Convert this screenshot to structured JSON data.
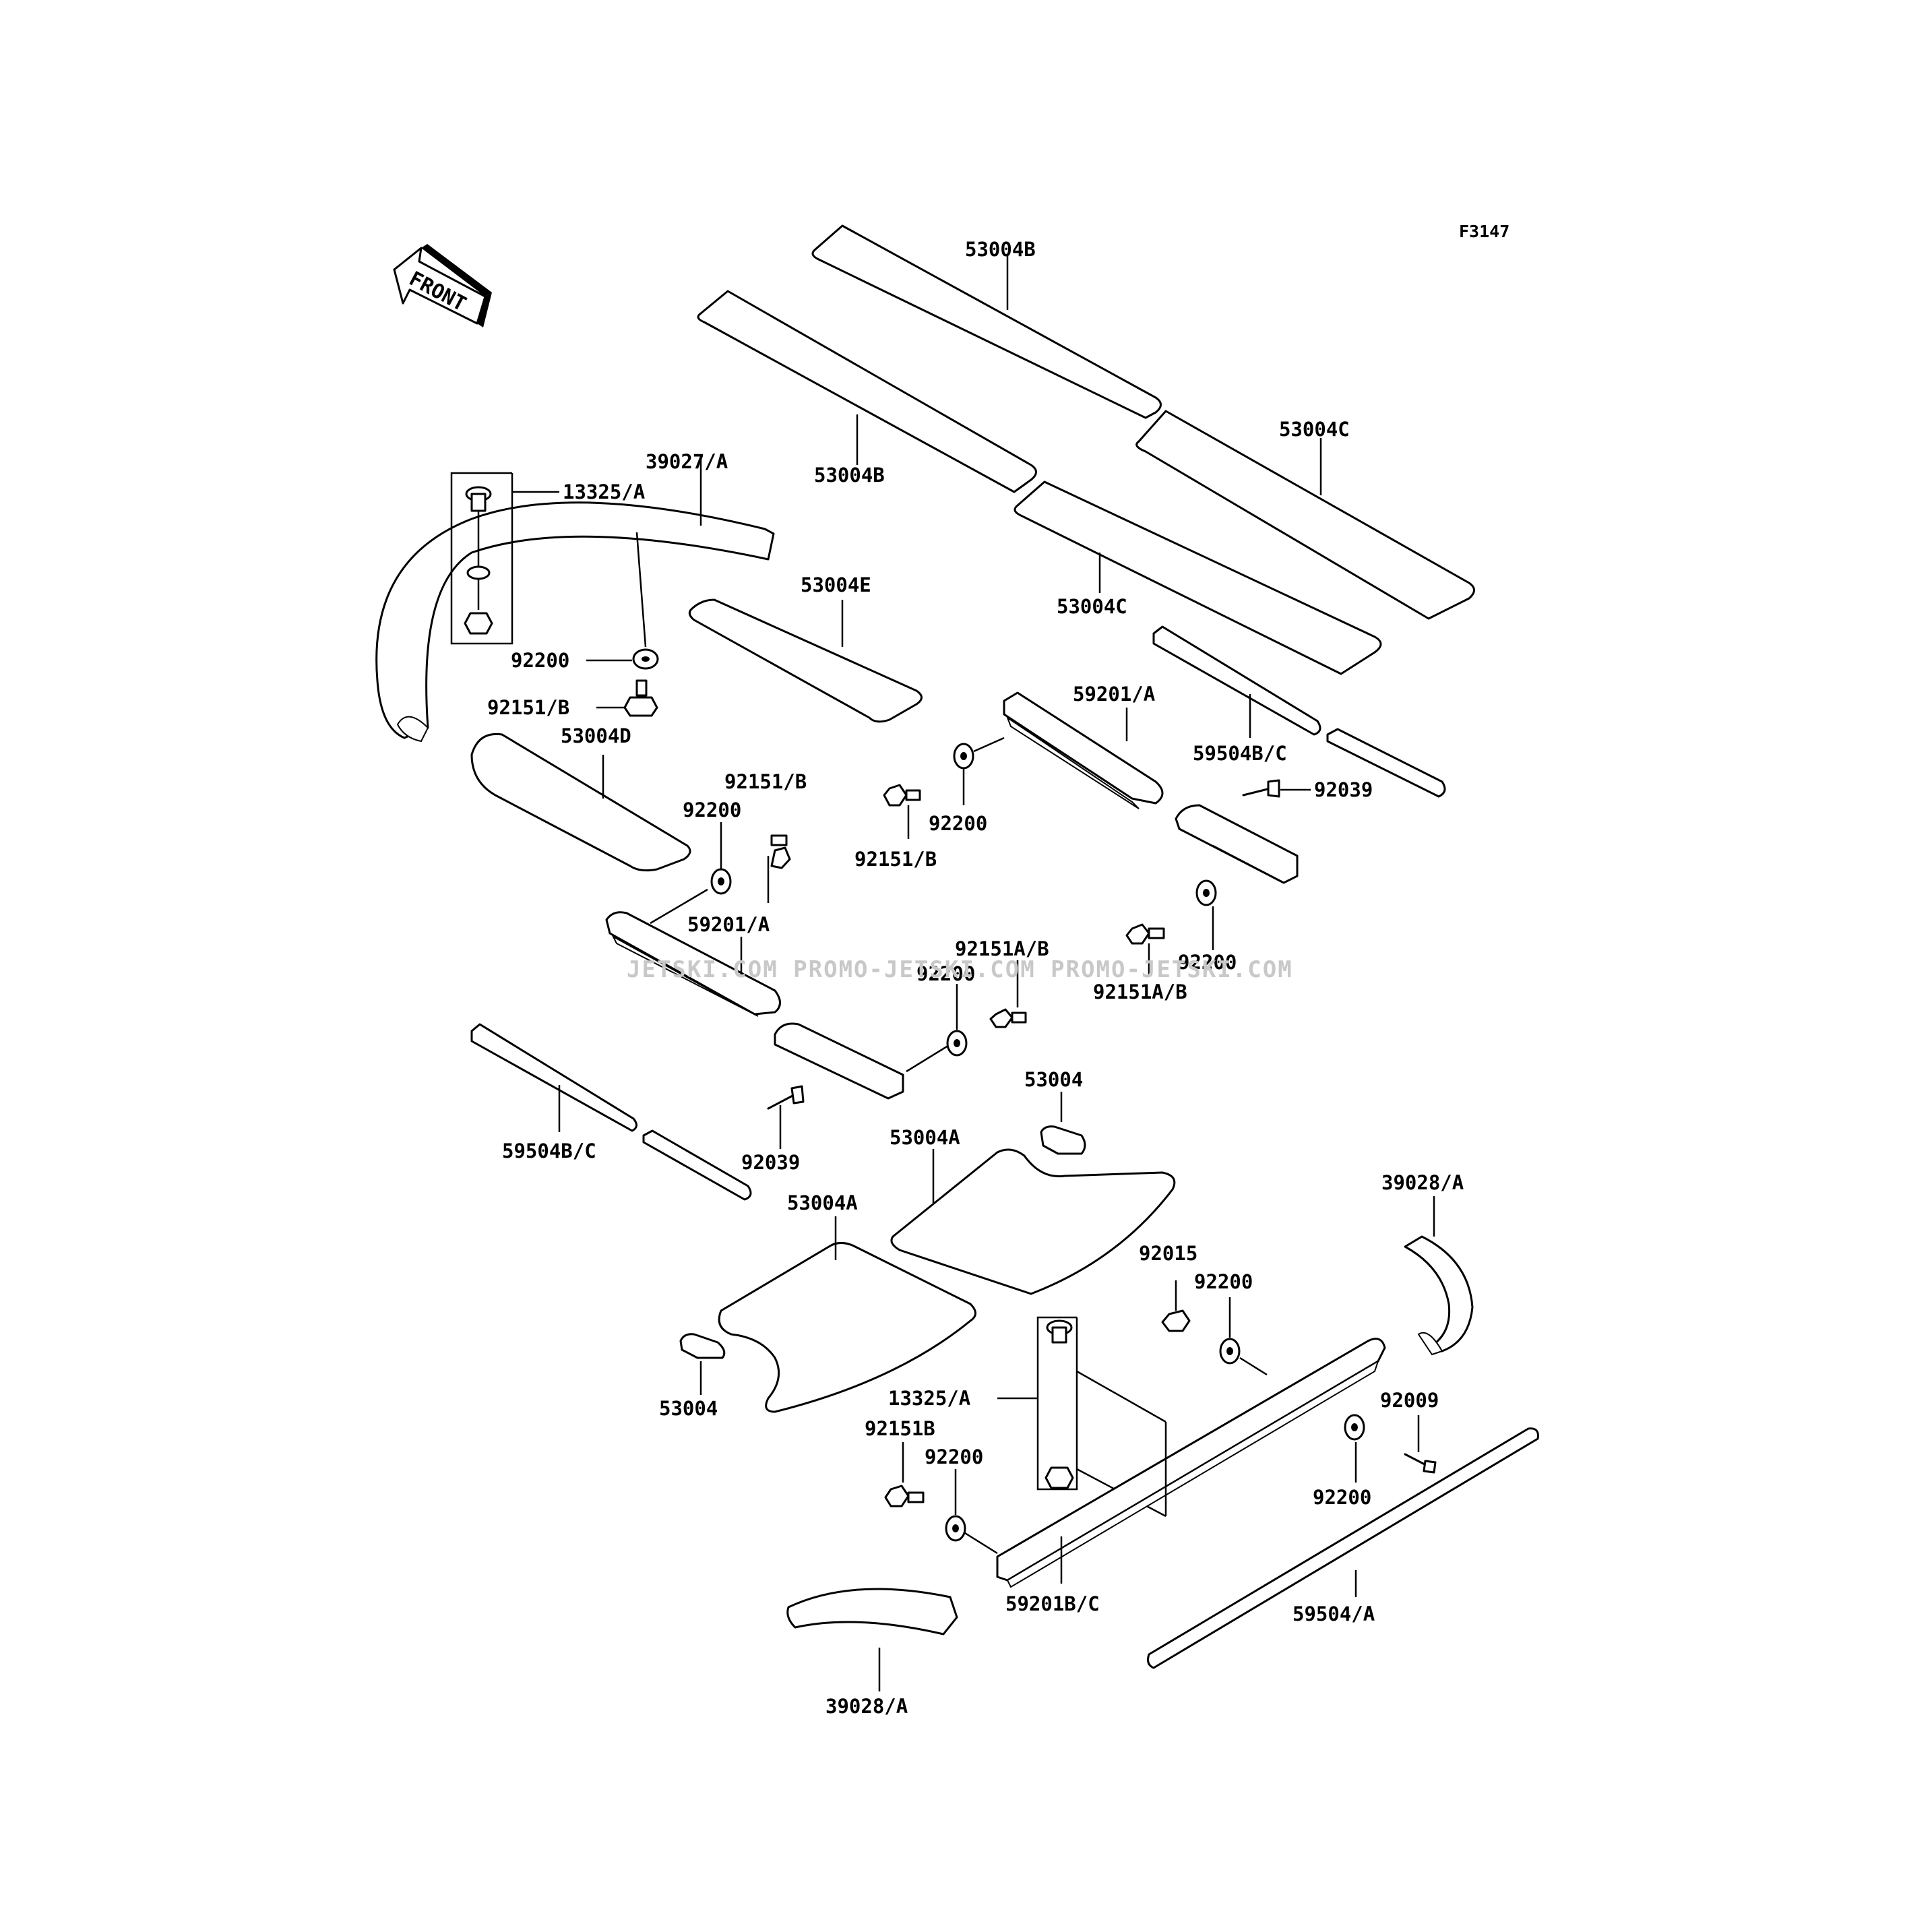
{
  "figure_code": "F3147",
  "front_label": "FRONT",
  "watermark": "JETSKI.COM PROMO-JETSKI.COM PROMO-JETSKI.COM",
  "labels": {
    "p53004B_top": "53004B",
    "p53004B_mid": "53004B",
    "p53004C_right": "53004C",
    "p53004C_mid": "53004C",
    "p39027A": "39027/A",
    "p13325A_top": "13325/A",
    "p92200_a": "92200",
    "p92151B_a": "92151/B",
    "p53004E": "53004E",
    "p53004D": "53004D",
    "p59201A_right": "59201/A",
    "p59504BC_right": "59504B/C",
    "p92039_right": "92039",
    "p92151B_b": "92151/B",
    "p92200_b": "92200",
    "p92151B_c": "92151/B",
    "p92200_c": "92200",
    "p59201A_left": "59201/A",
    "p92151AB_a": "92151A/B",
    "p92200_d": "92200",
    "p92200_e": "92200",
    "p92151AB_b": "92151A/B",
    "p59504BC_left": "59504B/C",
    "p92039_left": "92039",
    "p53004_top": "53004",
    "p53004A_right": "53004A",
    "p53004A_left": "53004A",
    "p53004_bottom": "53004",
    "p39028A_right": "39028/A",
    "p92015": "92015",
    "p92200_f": "92200",
    "p13325A_bottom": "13325/A",
    "p92009": "92009",
    "p92151B_d": "92151B",
    "p92200_g": "92200",
    "p92200_h": "92200",
    "p59201BC": "59201B/C",
    "p59504A": "59504/A",
    "p39028A_bottom": "39028/A"
  }
}
